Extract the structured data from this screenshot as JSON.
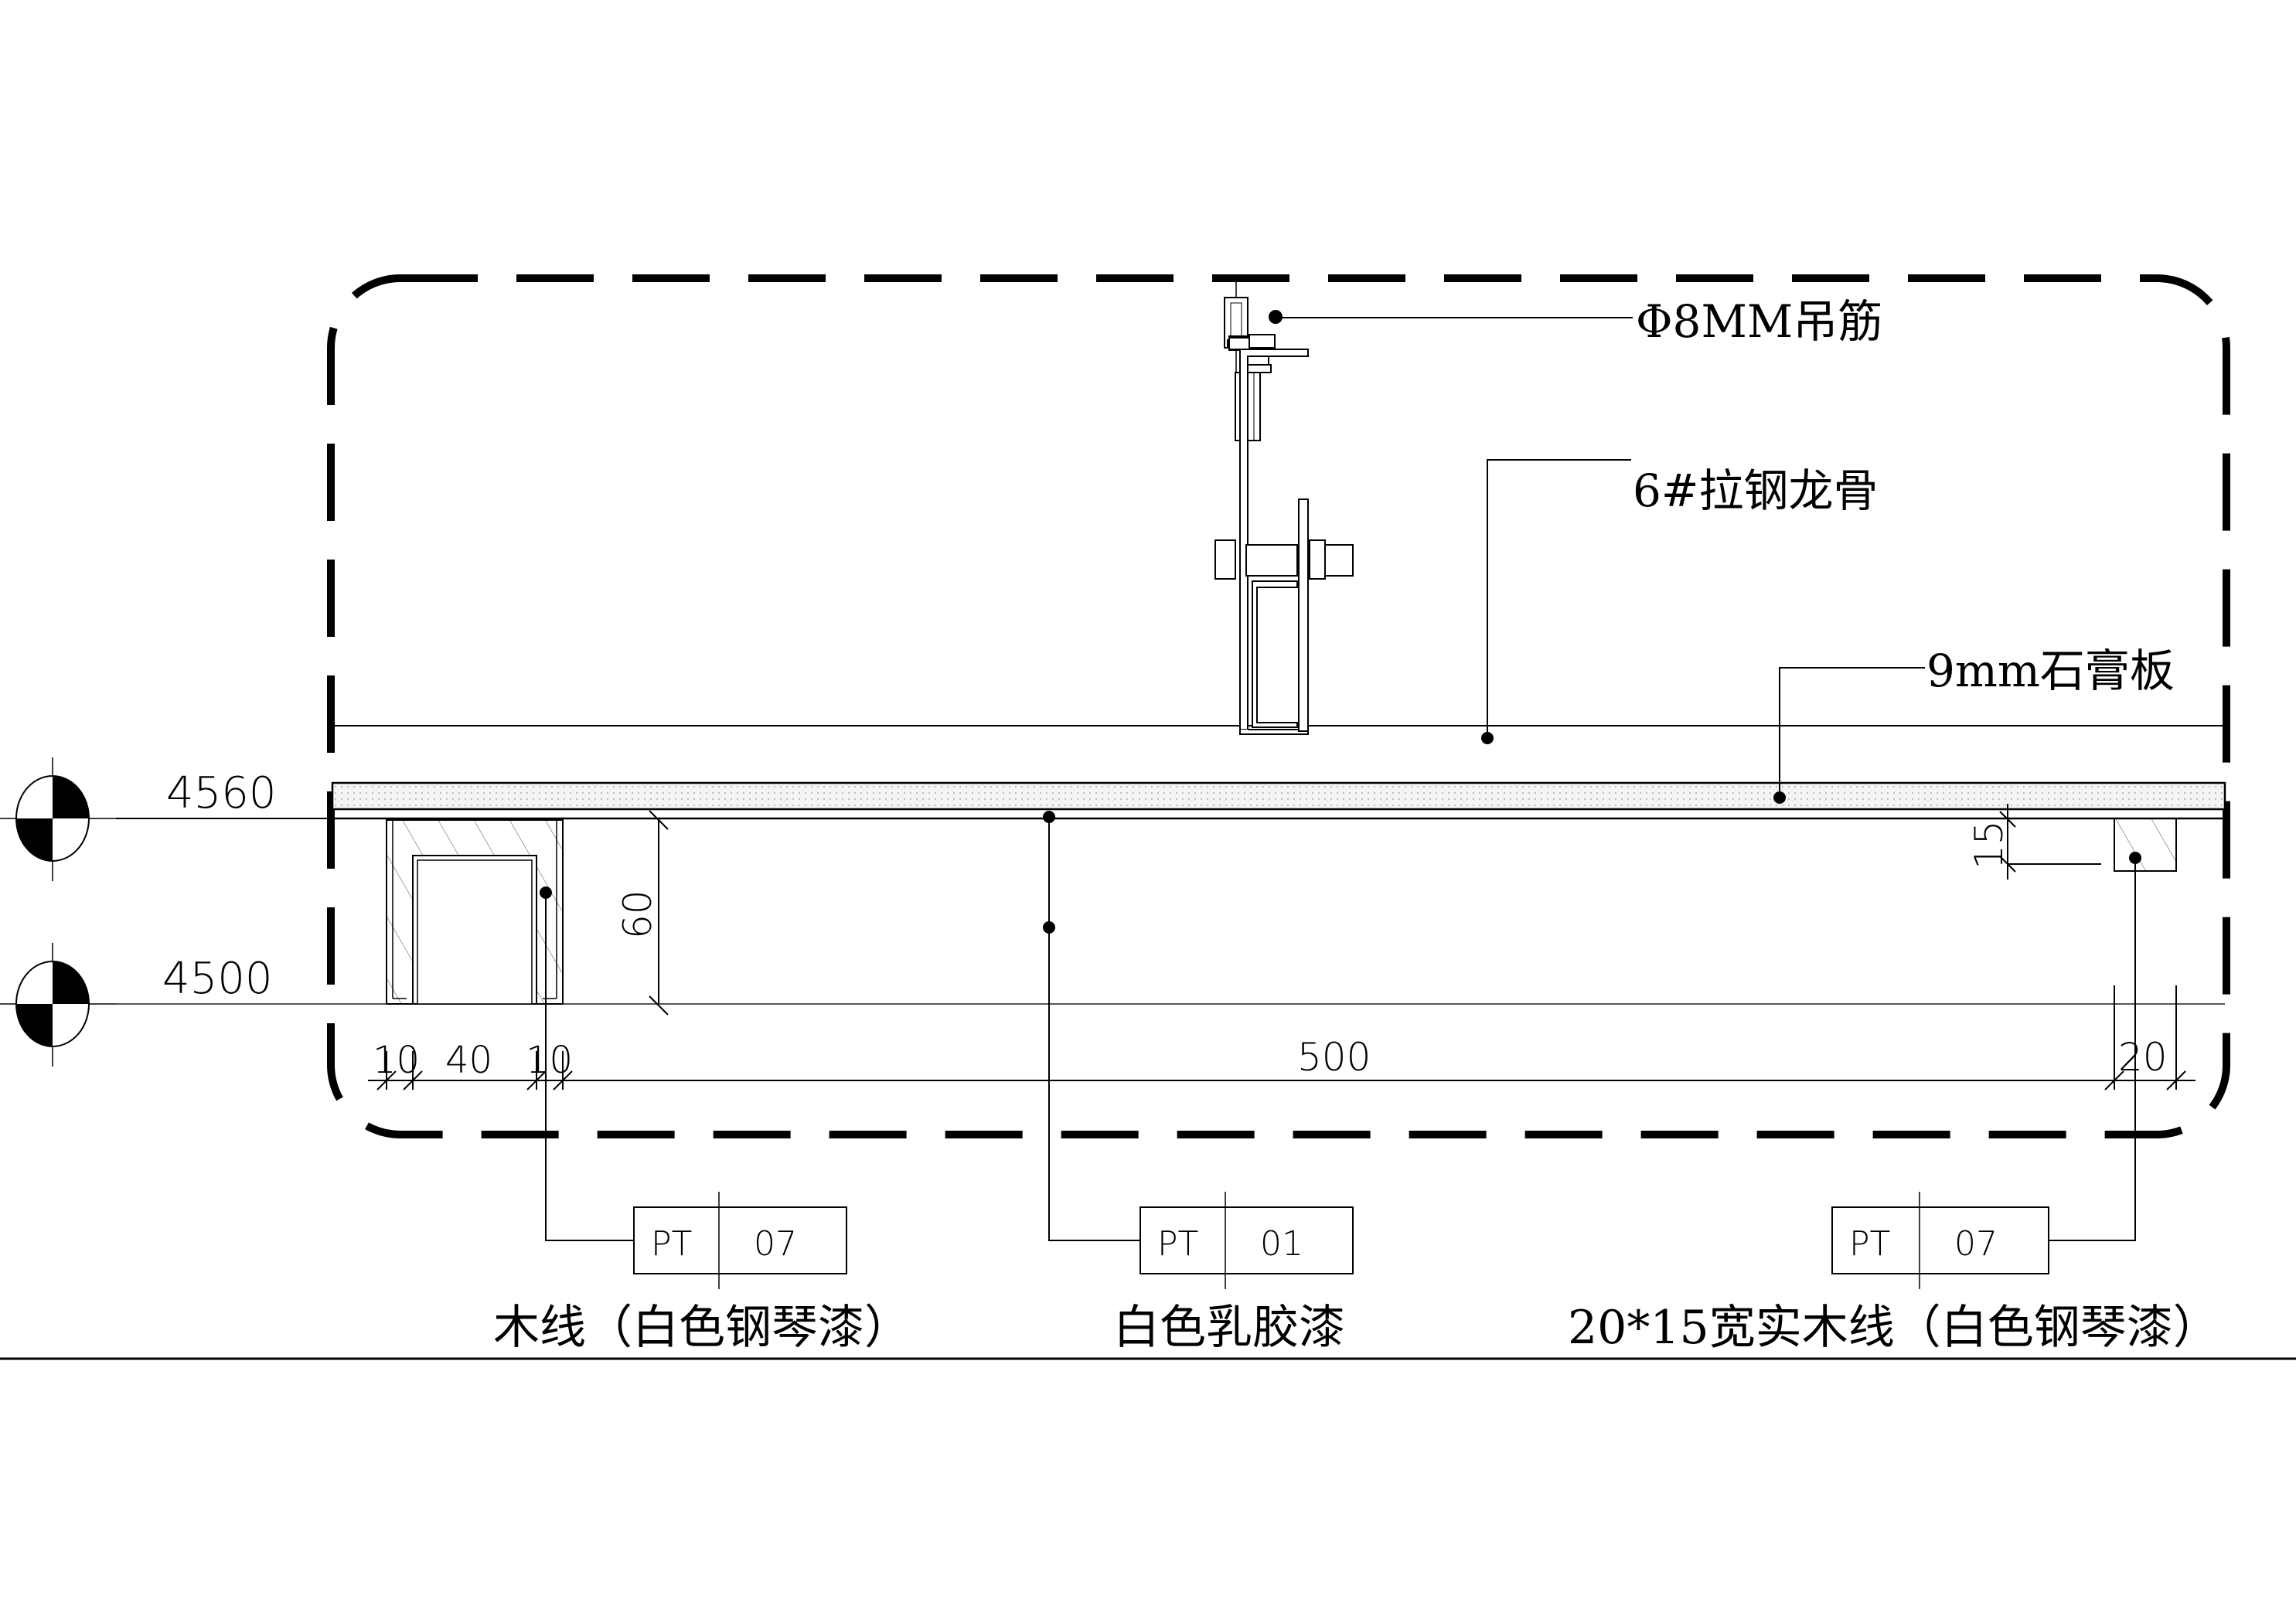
{
  "drawing": {
    "elevations": [
      {
        "label": "4560"
      },
      {
        "label": "4500"
      }
    ],
    "callouts": {
      "rod": "Φ8MM吊筋",
      "keel": "6#拉钢龙骨",
      "board": "9mm石膏板"
    },
    "dimensions": {
      "left_10a": "10",
      "left_40": "40",
      "left_10b": "10",
      "span_500": "500",
      "right_20": "20",
      "height_60": "60",
      "height_15": "15"
    },
    "tags": [
      {
        "code": "PT",
        "number": "07",
        "description": "木线（白色钢琴漆）"
      },
      {
        "code": "PT",
        "number": "01",
        "description": "白色乳胶漆"
      },
      {
        "code": "PT",
        "number": "07",
        "description": "20*15宽实木线（白色钢琴漆）"
      }
    ],
    "colors": {
      "line": "#000000",
      "board_fill": "#eeeeee",
      "thin_line": "#666666"
    }
  }
}
